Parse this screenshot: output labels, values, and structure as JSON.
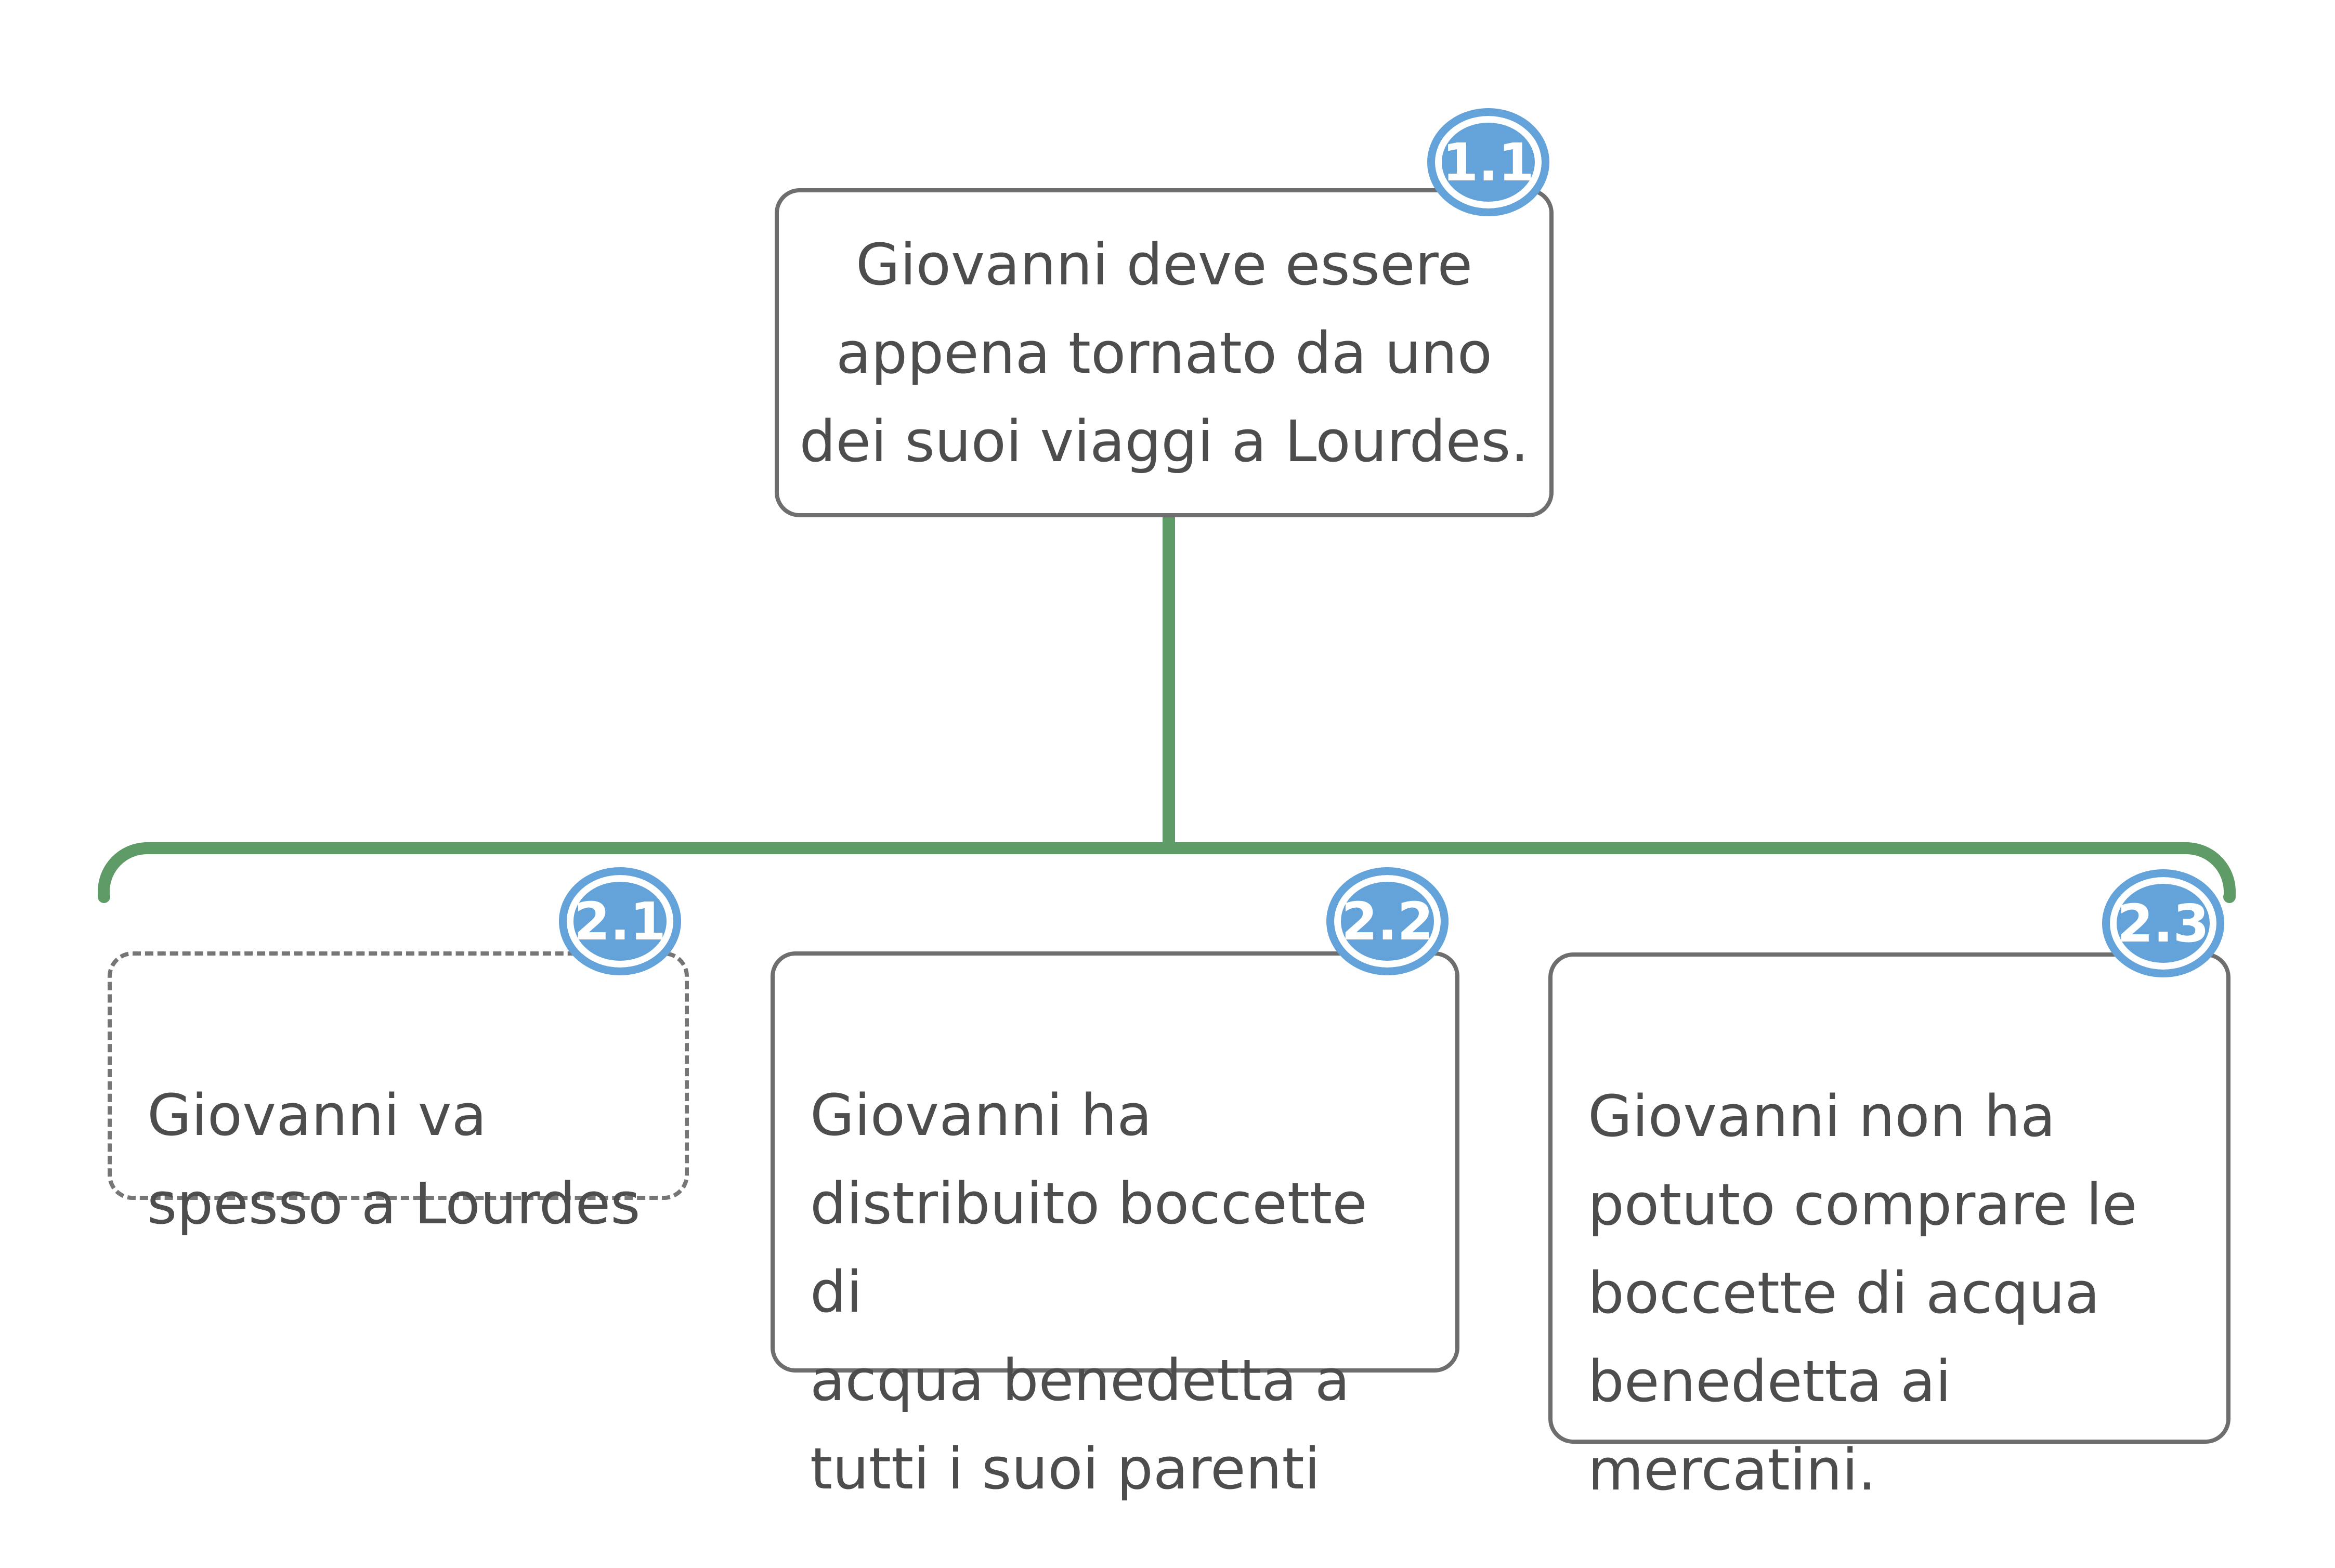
{
  "diagram": {
    "type": "argument-map-tree",
    "colors": {
      "connector_green": "#5e9b66",
      "badge_blue": "#64a3da",
      "box_border_gray": "#6e6e6e",
      "text_gray": "#4d4d4d",
      "background": "#ffffff",
      "badge_text": "#ffffff"
    },
    "root": {
      "badge": "1.1",
      "text": "Giovanni deve essere\nappena tornato da uno\ndei suoi viaggi a Lourdes."
    },
    "children": [
      {
        "badge": "2.1",
        "border_style": "dashed",
        "text": "Giovanni va\nspesso a Lourdes"
      },
      {
        "badge": "2.2",
        "border_style": "solid",
        "text": "Giovanni ha\ndistribuito boccette di\nacqua benedetta a\ntutti i suoi parenti"
      },
      {
        "badge": "2.3",
        "border_style": "solid",
        "text": "Giovanni non ha\npotuto comprare le\nboccette di acqua\nbenedetta ai\nmercatini."
      }
    ]
  }
}
